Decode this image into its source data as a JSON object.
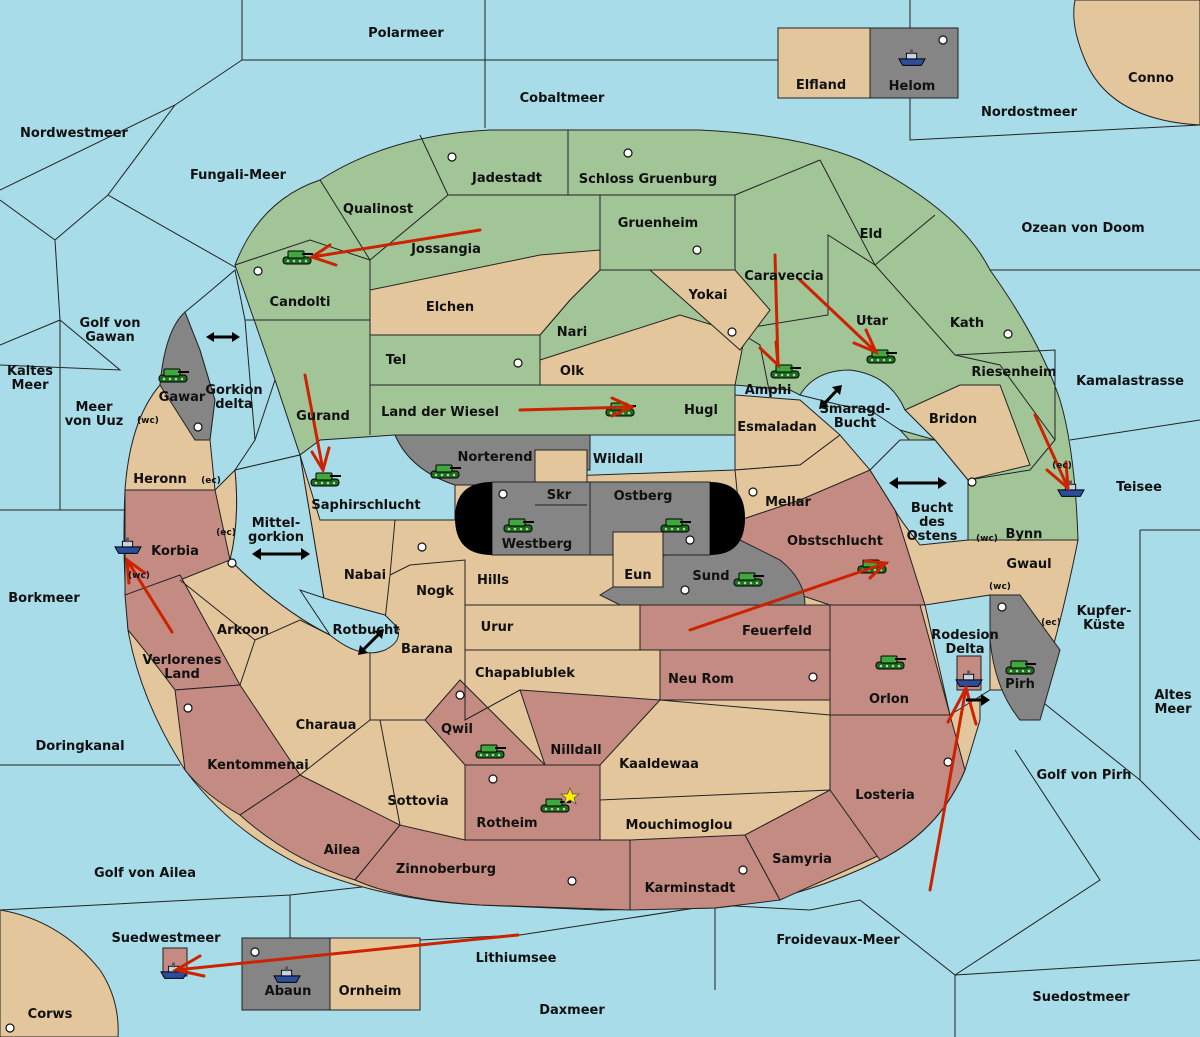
{
  "colors": {
    "sea": "#a8dce8",
    "neutral": "#e4c69c",
    "green_power": "#a2c598",
    "red_power": "#c48b82",
    "gray_power": "#858585",
    "order_arrow": "#cc2200"
  },
  "seas": {
    "polarmeer": "Polarmeer",
    "cobaltmeer": "Cobaltmeer",
    "nordwestmeer": "Nordwestmeer",
    "fungali": "Fungali-Meer",
    "nordostmeer": "Nordostmeer",
    "ozean": "Ozean von Doom",
    "golf_gawan": "Golf von Gawan",
    "kaltes": "Kaltes Meer",
    "meer_uuz": "Meer von Uuz",
    "mittelgorkion": "Mittel-gorkion",
    "borkmeer": "Borkmeer",
    "kamalastrasse": "Kamalastrasse",
    "teisee": "Teisee",
    "kupferkueste": "Kupfer-Küste",
    "altes": "Altes Meer",
    "golf_pirh": "Golf von Pirh",
    "doringkanal": "Doringkanal",
    "golf_ailea": "Golf von Ailea",
    "froidevaux": "Froidevaux-Meer",
    "suedwestmeer": "Suedwestmeer",
    "lithiumsee": "Lithiumsee",
    "daxmeer": "Daxmeer",
    "suedostmeer": "Suedostmeer",
    "gorkion_delta": "Gorkion delta",
    "rotbucht": "Rotbucht",
    "smaragd": "Smaragd-Bucht",
    "bucht_ostens": "Bucht des Ostens",
    "rodesion": "Rodesion Delta"
  },
  "provinces": {
    "conno": "Conno",
    "corws": "Corws",
    "elfland": "Elfland",
    "helom": "Helom",
    "abaun": "Abaun",
    "ornheim": "Ornheim",
    "jadestadt": "Jadestadt",
    "schloss": "Schloss Gruenburg",
    "qualinost": "Qualinost",
    "jossangia": "Jossangia",
    "gruenheim": "Gruenheim",
    "eld": "Eld",
    "candolti": "Candolti",
    "elchen": "Elchen",
    "caraveccia": "Caraveccia",
    "yokai": "Yokai",
    "nari": "Nari",
    "utar": "Utar",
    "kath": "Kath",
    "tel": "Tel",
    "olk": "Olk",
    "amphi": "Amphi",
    "riesenheim": "Riesenheim",
    "gurand": "Gurand",
    "land_wiesel": "Land der Wiesel",
    "hugl": "Hugl",
    "esmaladan": "Esmaladan",
    "bridon": "Bridon",
    "norterend": "Norterend",
    "wildall": "Wildall",
    "saphir": "Saphirschlucht",
    "skr": "Skr",
    "ostberg": "Ostberg",
    "mellar": "Mellar",
    "westberg": "Westberg",
    "hills": "Hills",
    "eun": "Eun",
    "sund": "Sund",
    "obstschlucht": "Obstschlucht",
    "bynn": "Bynn",
    "gwaul": "Gwaul",
    "gawar": "Gawar",
    "heronn": "Heronn",
    "korbia": "Korbia",
    "nabai": "Nabai",
    "nogk": "Nogk",
    "arkoon": "Arkoon",
    "urur": "Urur",
    "feuerfeld": "Feuerfeld",
    "barana": "Barana",
    "verlorenes": "Verlorenes Land",
    "chapablublek": "Chapablublek",
    "neu_rom": "Neu Rom",
    "orlon": "Orlon",
    "pirh": "Pirh",
    "charaua": "Charaua",
    "qwil": "Qwil",
    "nilldall": "Nilldall",
    "kaaldewaa": "Kaaldewaa",
    "kentommenai": "Kentommenai",
    "sottovia": "Sottovia",
    "rotheim": "Rotheim",
    "mouchimoglou": "Mouchimoglou",
    "losteria": "Losteria",
    "ailea": "Ailea",
    "zinnoberburg": "Zinnoberburg",
    "samyria": "Samyria",
    "karminstadt": "Karminstadt"
  },
  "coast_tags": {
    "wc": "(wc)",
    "ec": "(ec)"
  }
}
